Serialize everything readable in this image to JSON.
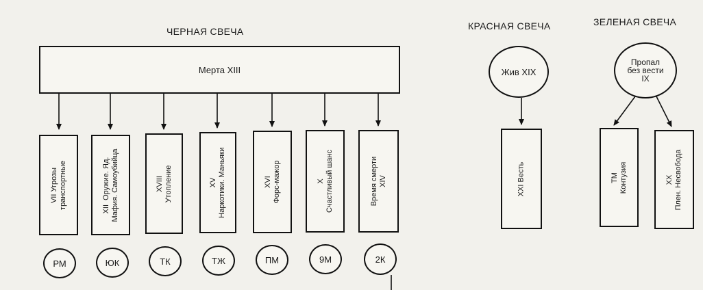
{
  "black_candle": {
    "title": "ЧЕРНАЯ СВЕЧА",
    "root": "Мерта XIII",
    "categories": [
      {
        "label": "VII Угрозы\nтранспортные",
        "code": "РМ"
      },
      {
        "label": "XII  Оружие. Яд.\nМафия. Самоубийца",
        "code": "ЮК"
      },
      {
        "label": "XVIII\nУтопление",
        "code": "ТК"
      },
      {
        "label": "XV\nНаркотики. Маньяки",
        "code": "ТЖ"
      },
      {
        "label": "XVI\nФорс-мажор",
        "code": "ПМ"
      },
      {
        "label": "X\nСчастливый шанс",
        "code": "9М"
      },
      {
        "label": "Время смерти\nXIV",
        "code": "2К"
      }
    ]
  },
  "red_candle": {
    "title": "КРАСНАЯ СВЕЧА",
    "root": "Жив XIX",
    "child": "XXI Весть"
  },
  "green_candle": {
    "title": "ЗЕЛЕНАЯ СВЕЧА",
    "root": "Пропал\nбез вести\nIX",
    "children": [
      {
        "label": "ТМ\nКонтузия"
      },
      {
        "label": "XX\nПлен. Несвобода"
      }
    ]
  }
}
